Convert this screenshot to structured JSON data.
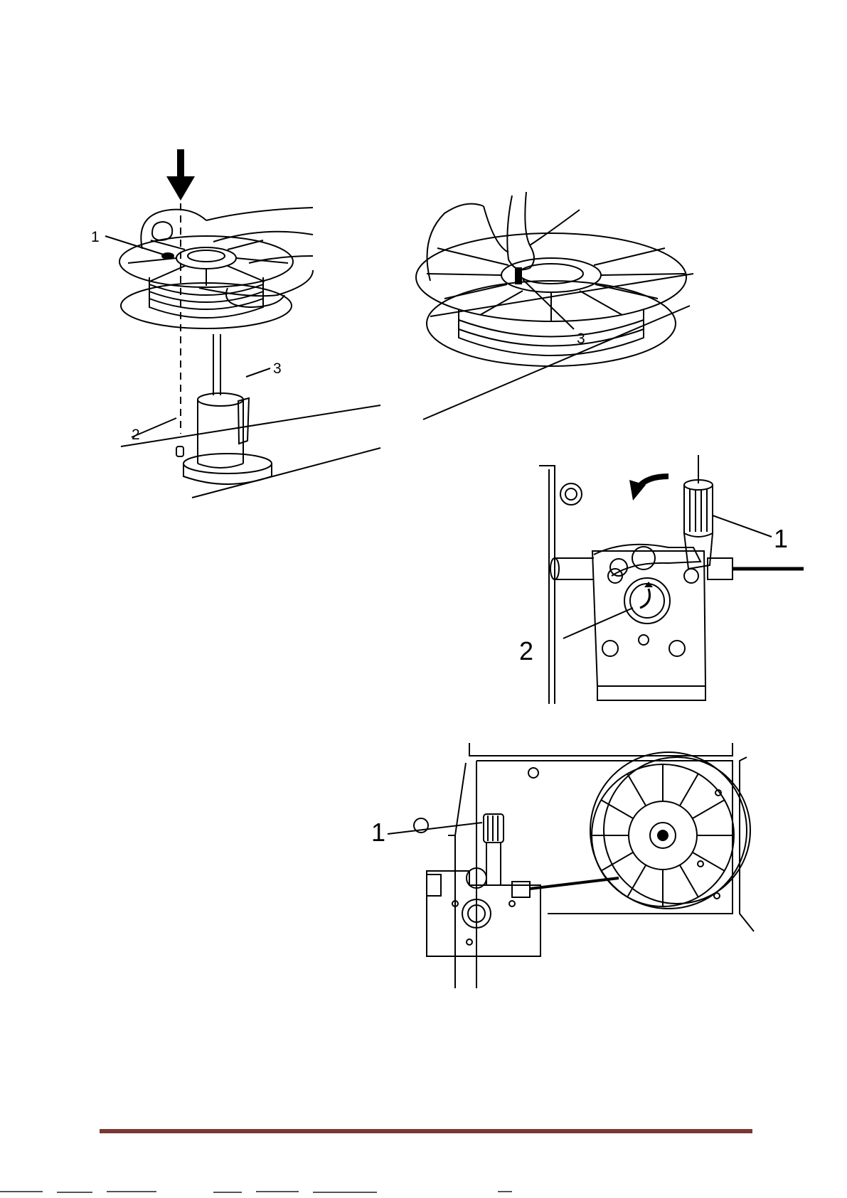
{
  "figures": {
    "spool_mounting": {
      "callouts": {
        "c1": "1",
        "c2": "2",
        "c3": "3"
      }
    },
    "spool_locked": {
      "callouts": {
        "c3": "3"
      }
    },
    "drive_roller": {
      "callouts": {
        "c1": "1",
        "c2": "2"
      }
    },
    "wire_feeder_overview": {
      "callouts": {
        "c1": "1"
      }
    }
  },
  "colors": {
    "footer_rule": "#7b3833",
    "line_art": "#000000"
  }
}
